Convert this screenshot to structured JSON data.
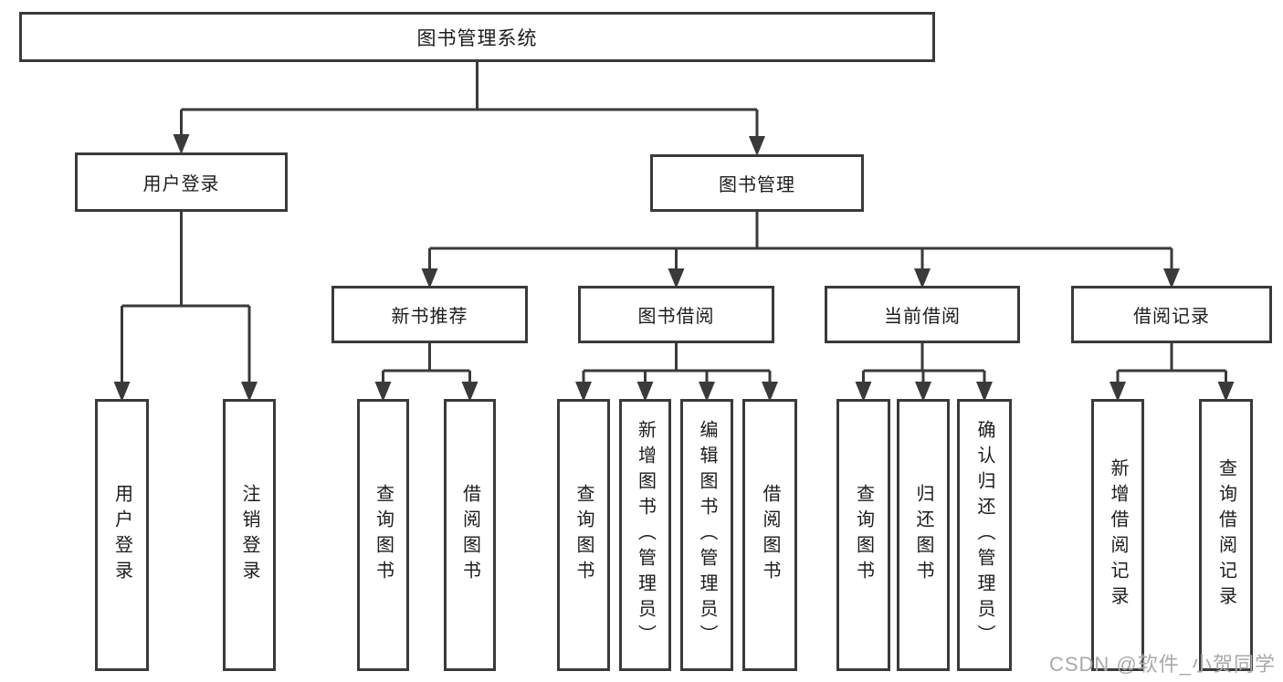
{
  "colors": {
    "line": "#3a3a3a",
    "text": "#1c1c1c",
    "watermark": "#a9a9a9",
    "background": "#ffffff"
  },
  "watermark": "CSDN @软件_小贺同学",
  "tree": {
    "label": "图书管理系统",
    "children": [
      {
        "label": "用户登录",
        "children": [
          {
            "label": "用户登录"
          },
          {
            "label": "注销登录"
          }
        ]
      },
      {
        "label": "图书管理",
        "children": [
          {
            "label": "新书推荐",
            "children": [
              {
                "label": "查询图书"
              },
              {
                "label": "借阅图书"
              }
            ]
          },
          {
            "label": "图书借阅",
            "children": [
              {
                "label": "查询图书"
              },
              {
                "label": "新增图书（管理员）"
              },
              {
                "label": "编辑图书（管理员）"
              },
              {
                "label": "借阅图书"
              }
            ]
          },
          {
            "label": "当前借阅",
            "children": [
              {
                "label": "查询图书"
              },
              {
                "label": "归还图书"
              },
              {
                "label": "确认归还（管理员）"
              }
            ]
          },
          {
            "label": "借阅记录",
            "children": [
              {
                "label": "新增借阅记录"
              },
              {
                "label": "查询借阅记录"
              }
            ]
          }
        ]
      }
    ]
  }
}
